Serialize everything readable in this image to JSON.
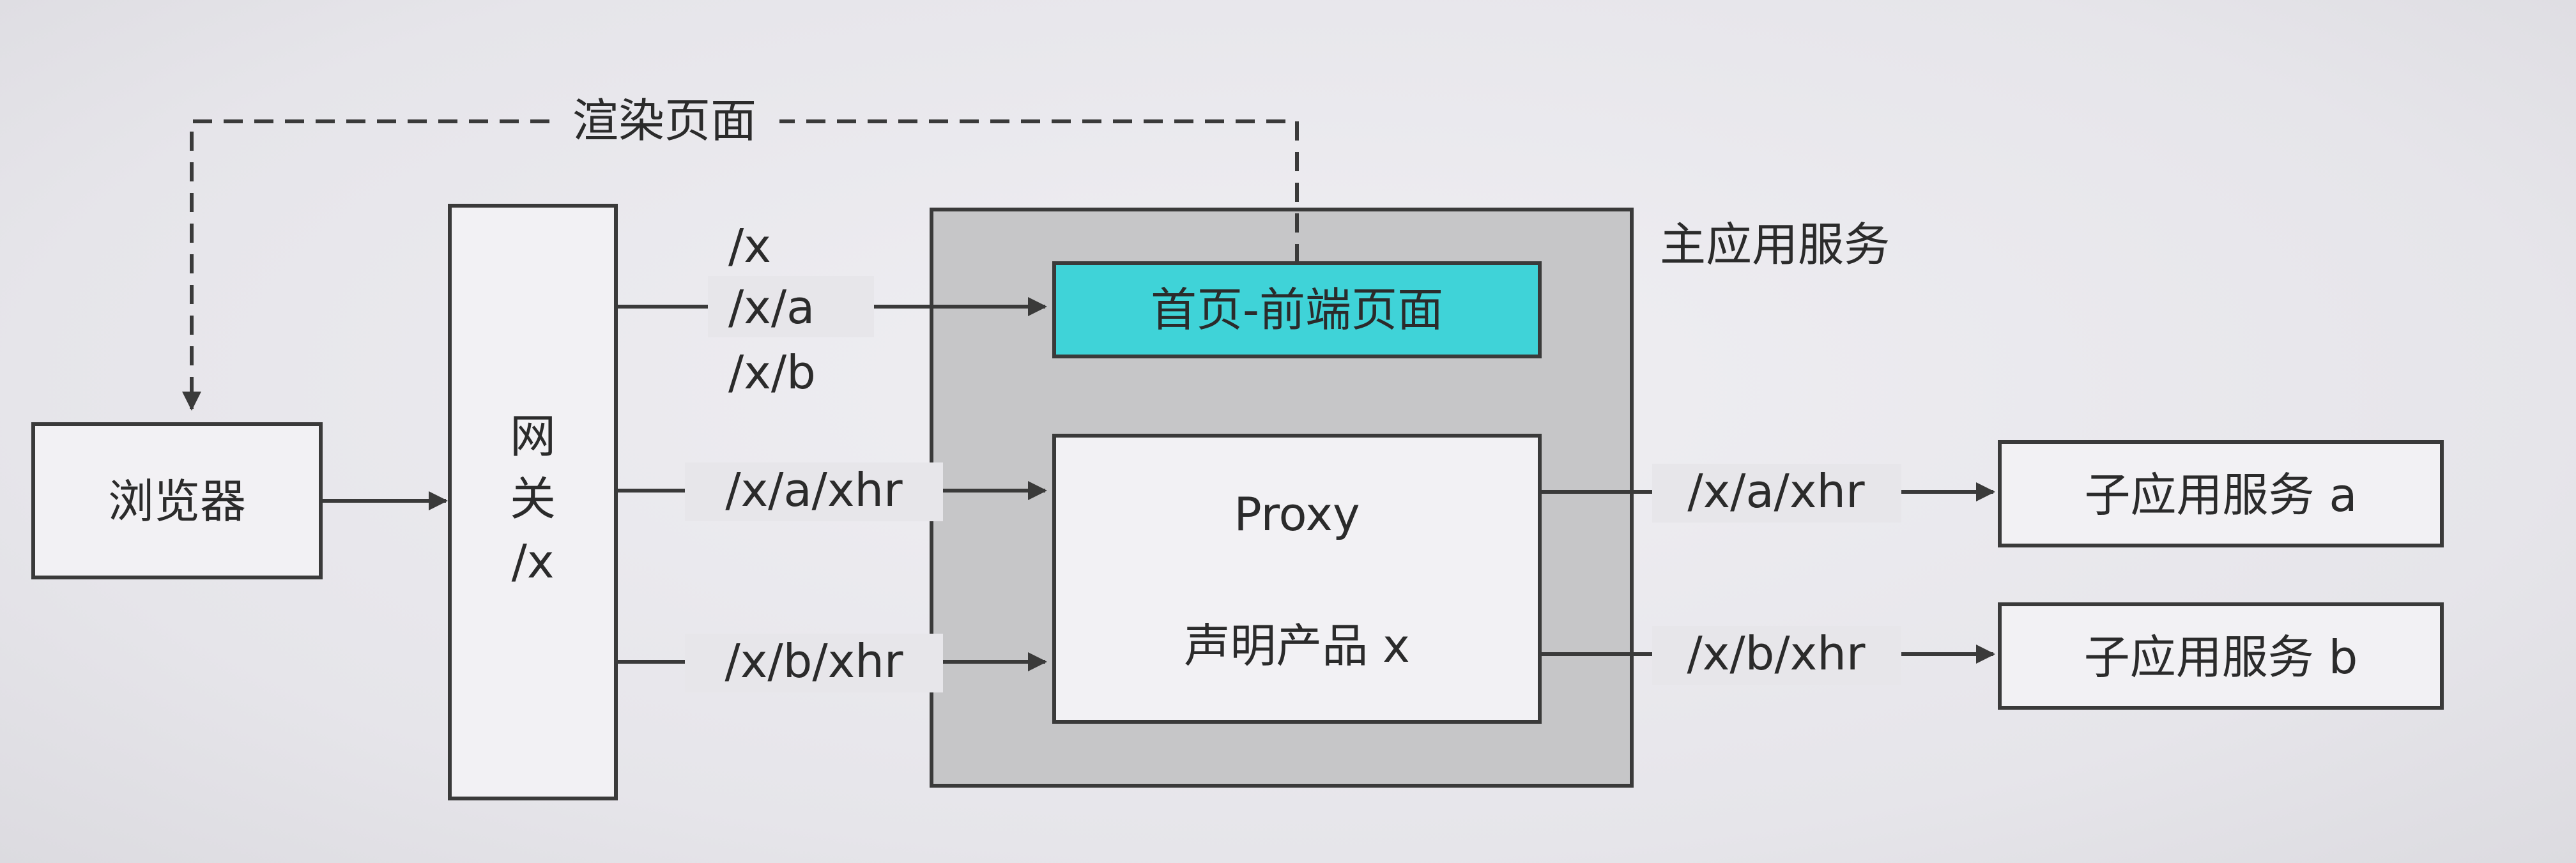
{
  "colors": {
    "stroke": "#3a3a3a",
    "box_fill": "#f2f1f4",
    "main_app_fill": "#c6c6c8",
    "homepage_fill": "#3fd3d8"
  },
  "labels": {
    "render_page": "渲染页面",
    "browser": "浏览器",
    "gateway_line1": "网",
    "gateway_line2": "关",
    "gateway_line3": "/x",
    "main_app": "主应用服务",
    "homepage": "首页-前端页面",
    "proxy_title": "Proxy",
    "proxy_subtitle": "声明产品 x",
    "sub_app_a": "子应用服务 a",
    "sub_app_b": "子应用服务 b"
  },
  "routes": {
    "page_1": "/x",
    "page_2": "/x/a",
    "page_3": "/x/b",
    "xhr_a": "/x/a/xhr",
    "xhr_b": "/x/b/xhr",
    "out_xhr_a": "/x/a/xhr",
    "out_xhr_b": "/x/b/xhr"
  }
}
